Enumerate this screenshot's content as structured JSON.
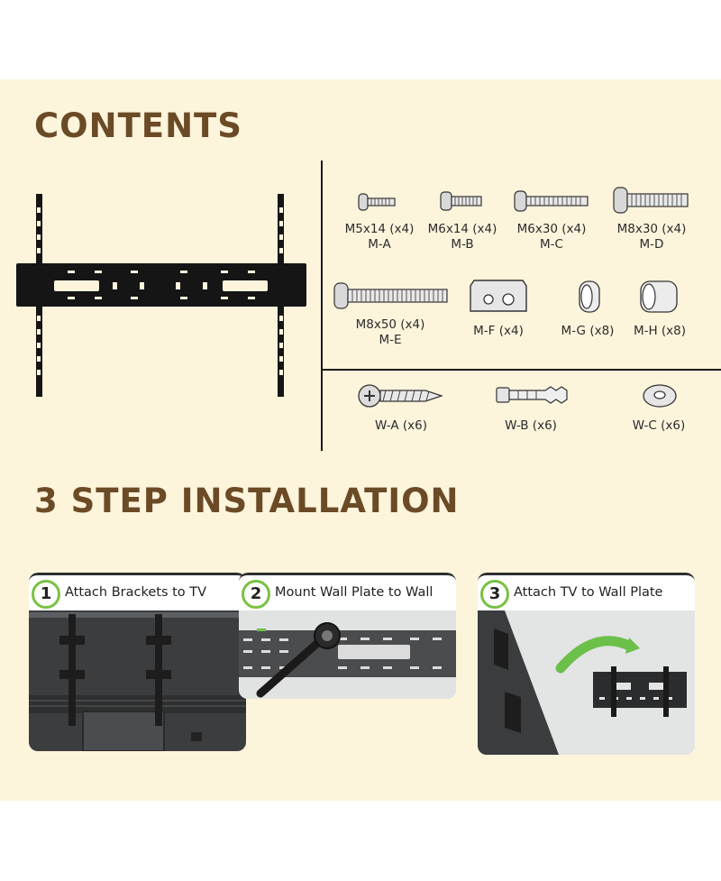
{
  "contents": {
    "heading": "CONTENTS",
    "parts_row1": [
      {
        "size": "M5x14 (x4)",
        "code": "M-A",
        "icon": "pan-head-screw-short-icon"
      },
      {
        "size": "M6x14 (x4)",
        "code": "M-B",
        "icon": "pan-head-screw-short-icon"
      },
      {
        "size": "M6x30 (x4)",
        "code": "M-C",
        "icon": "pan-head-screw-medium-icon"
      },
      {
        "size": "M8x30 (x4)",
        "code": "M-D",
        "icon": "pan-head-screw-medium-icon"
      }
    ],
    "parts_row2": [
      {
        "size": "M8x50 (x4)",
        "code": "M-E",
        "icon": "pan-head-screw-long-icon"
      },
      {
        "size": "M-F (x4)",
        "icon": "spacer-plate-icon"
      },
      {
        "size": "M-G (x8)",
        "icon": "short-spacer-icon"
      },
      {
        "size": "M-H (x8)",
        "icon": "long-spacer-icon"
      }
    ],
    "parts_row3": [
      {
        "size": "W-A (x6)",
        "icon": "lag-bolt-icon"
      },
      {
        "size": "W-B (x6)",
        "icon": "wall-anchor-icon"
      },
      {
        "size": "W-C (x6)",
        "icon": "washer-icon"
      }
    ]
  },
  "installation": {
    "heading": "3 STEP INSTALLATION",
    "steps": [
      {
        "number": "1",
        "title": "Attach Brackets to TV"
      },
      {
        "number": "2",
        "title": "Mount Wall Plate to Wall"
      },
      {
        "number": "3",
        "title": "Attach TV to Wall Plate"
      }
    ]
  },
  "colors": {
    "panel_background": "#fdf4dc",
    "heading": "#6b4a26",
    "step_accent": "#7ac143"
  }
}
